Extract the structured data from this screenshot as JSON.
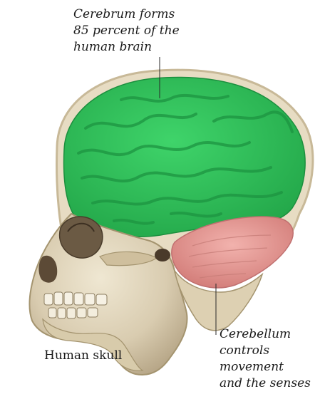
{
  "labels": {
    "cerebrum": [
      "Cerebrum forms",
      "85 percent of the",
      "human brain"
    ],
    "cerebellum": [
      "Cerebellum",
      "controls",
      "movement",
      "and the senses"
    ],
    "skull": "Human skull"
  },
  "colors": {
    "cerebrum": "#2fc35a",
    "cerebrum_dark": "#1e9a45",
    "cerebellum": "#e89a96",
    "bone": "#e2d8bf",
    "bone_shadow": "#b7a889"
  }
}
